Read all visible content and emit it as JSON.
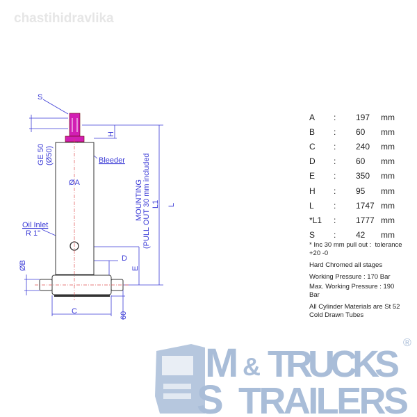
{
  "watermark": "chastihidravlika",
  "drawing": {
    "labels": {
      "s": "S",
      "h": "H",
      "ge": "GE 50",
      "ge_dia": "(Ø50)",
      "bleeder": "Bleeder",
      "a": "ØA",
      "mounting": "MOUNTING",
      "pull_out": "(PULL OUT 30 mm included",
      "l1": "L1",
      "l": "L",
      "oil_inlet": "Oil Inlet",
      "oil_inlet_size": "R 1\"",
      "b": "ØB",
      "d": "D",
      "e": "E",
      "c": "C",
      "sixty": "60"
    },
    "colors": {
      "dimension": "#3a3ad6",
      "eye": "#d21fb4",
      "centerline": "#e05050"
    }
  },
  "specs": [
    {
      "key": "A",
      "sep": ":",
      "value": "197",
      "unit": "mm"
    },
    {
      "key": "B",
      "sep": ":",
      "value": "60",
      "unit": "mm"
    },
    {
      "key": "C",
      "sep": ":",
      "value": "240",
      "unit": "mm"
    },
    {
      "key": "D",
      "sep": ":",
      "value": "60",
      "unit": "mm"
    },
    {
      "key": "E",
      "sep": ":",
      "value": "350",
      "unit": "mm"
    },
    {
      "key": "H",
      "sep": ":",
      "value": "95",
      "unit": "mm"
    },
    {
      "key": "L",
      "sep": ":",
      "value": "1747",
      "unit": "mm"
    },
    {
      "key": "*L1",
      "sep": ":",
      "value": "1777",
      "unit": "mm"
    },
    {
      "key": "S",
      "sep": ":",
      "value": "42",
      "unit": "mm"
    }
  ],
  "notes": [
    "* Inc 30 mm pull out :  tolerance +20 -0",
    "Hard Chromed all stages",
    "Working Pressure : 170 Bar",
    "Max. Working Pressure : 190 Bar",
    "All Cylinder Materials are St 52 Cold Drawn Tubes"
  ],
  "logo": {
    "m": "M",
    "s": "S",
    "trucks": "TRUCKS",
    "amp": "&",
    "trailers": "TRAILERS",
    "reg": "®",
    "color": "#a9bdd8"
  }
}
